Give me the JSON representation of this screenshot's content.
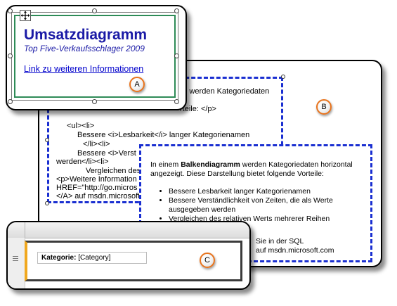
{
  "textbox_a": {
    "title": "Umsatzdiagramm",
    "subtitle": "Top Five-Verkaufsschlager 2009",
    "link": "Link zu weiteren Informationen",
    "callout": "A",
    "move_icon": "move-cross-icon"
  },
  "html_b": {
    "callout": "B",
    "source_lines": [
      "> werden Kategoriedaten",
      "rteile: </p>",
      "<ul><li>",
      "Bessere <i>Lesbarkeit</i> langer Kategorienamen",
      "</li><li>",
      "Bessere <i>Verst",
      "werden</li><li>",
      "Vergleichen des r",
      "<p>Weitere Information",
      "HREF=\"http://go.micros",
      "</A> auf msdn.microsoft"
    ],
    "rendered_intro_pre": "In einem ",
    "rendered_intro_bold": "Balkendiagramm",
    "rendered_intro_post": " werden Kategoriedaten horizontal angezeigt. Diese Darstellung bietet folgende Vorteile:",
    "bullets": [
      "Bessere Lesbarkeit langer Kategorienamen",
      "Bessere Verständlichkeit von Zeiten, die als Werte ausgegeben werden",
      "Vergleichen des relativen Werts mehrerer Reihen"
    ],
    "footer_line1": "Sie in der SQL",
    "footer_line2": "auf msdn.microsoft.com"
  },
  "field_c": {
    "callout": "C",
    "label": "Kategorie:",
    "value": "[Category]",
    "grip_icon": "grip-lines-icon"
  },
  "colors": {
    "title_blue": "#1a1aa6",
    "dash_blue": "#1a2fd1",
    "link_blue": "#0000cc",
    "frame_green": "#2e8b57",
    "callout_orange": "#e8731c",
    "accent_yellow": "#f0a81e"
  }
}
